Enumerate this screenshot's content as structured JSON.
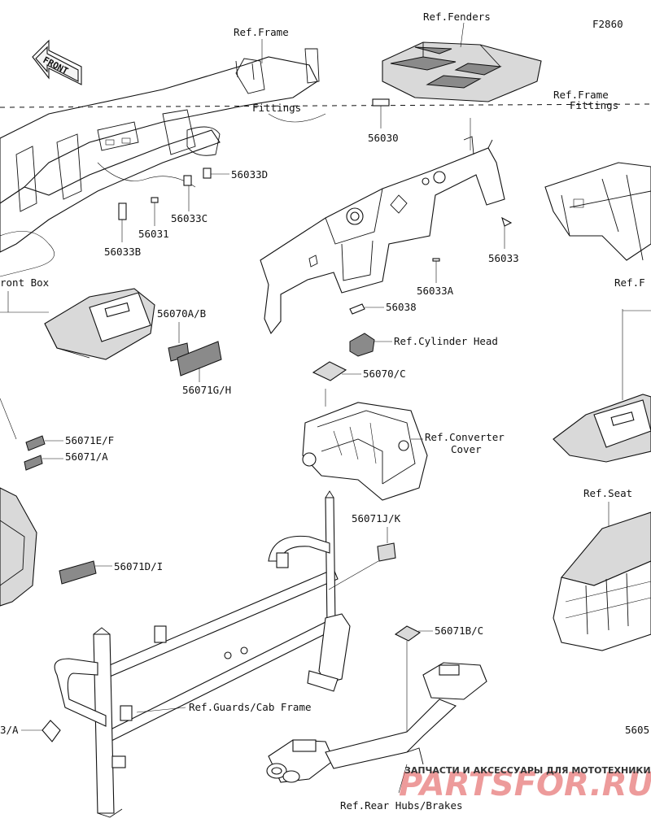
{
  "diagram_code": "F2860",
  "front_arrow": "FRONT",
  "labels": {
    "ref_frame": "Ref.Frame",
    "ref_fenders": "Ref.Fenders",
    "ref_frame_fittings_a": "Ref.Frame",
    "ref_frame_fittings_b": "Fittings",
    "ref_fittings_left": "Fittings",
    "ref_front_box": "ront Box",
    "ref_frame_right": "Ref.F",
    "ref_cylinder_head": "Ref.Cylinder Head",
    "ref_converter_cover_a": "Ref.Converter",
    "ref_converter_cover_b": "Cover",
    "ref_seat": "Ref.Seat",
    "ref_guards": "Ref.Guards/Cab Frame",
    "ref_rear_hubs": "Ref.Rear Hubs/Brakes",
    "p56030": "56030",
    "p56033D": "56033D",
    "p56033C": "56033C",
    "p56031": "56031",
    "p56033B": "56033B",
    "p56033": "56033",
    "p56033A": "56033A",
    "p56038": "56038",
    "p56070AB": "56070A/B",
    "p56071GH": "56071G/H",
    "p56070C": "56070/C",
    "p56071EF": "56071E/F",
    "p56071A": "56071/A",
    "p56071JK": "56071J/K",
    "p56071DI": "56071D/I",
    "p56071BC": "56071B/C",
    "p56053A_partial": "3/A",
    "p5605_partial": "5605"
  },
  "watermark": {
    "line1": "ЗАПЧАСТИ И АКСЕССУАРЫ ДЛЯ МОТОТЕХНИКИ",
    "line2": "PARTSFOR.RU"
  }
}
